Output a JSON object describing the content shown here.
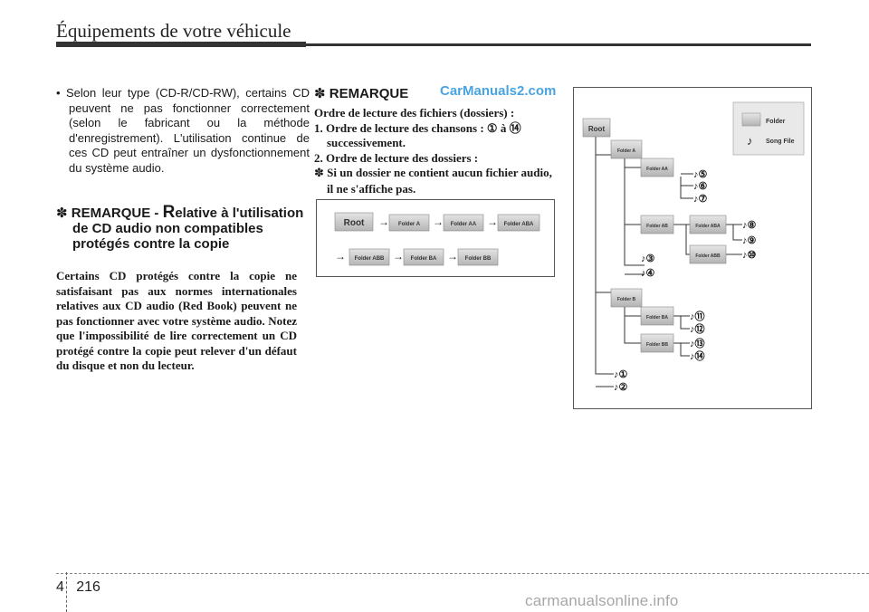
{
  "header": {
    "title": "Équipements de votre véhicule"
  },
  "left": {
    "bullet": "• Selon leur type (CD-R/CD-RW), certains CD peuvent ne pas fonctionner correctement (selon le fabricant ou la méthode d'enregistrement). L'utilisation continue de ces CD peut entraîner un dysfonctionnement du système audio.",
    "remark_symbol": "✽",
    "remark_title_a": "REMARQUE - ",
    "remark_title_r": "R",
    "remark_title_b": "elative à l'utilisation de CD audio non compatibles protégés contre la copie",
    "body": "Certains CD protégés contre la copie ne satisfaisant pas aux normes internationales relatives aux CD audio (Red Book) peuvent ne pas fonctionner avec votre système audio. Notez que l'impossibilité de lire correctement un CD protégé contre la copie peut relever d'un défaut du disque et non du lecteur."
  },
  "right": {
    "remark_symbol": "✽",
    "remark_title": "REMARQUE",
    "watermark": "CarManuals2.com",
    "intro": "Ordre de lecture des fichiers (dossiers) :",
    "item1_prefix": "1. Ordre de lecture des chansons : ",
    "item1_from": "①",
    "item1_mid": " à ",
    "item1_to": "⑭",
    "item1_suffix": " successivement.",
    "item2": "2. Ordre de lecture des dossiers :",
    "item3_symbol": "✽",
    "item3": " Si un dossier ne contient aucun fichier audio, il ne s'affiche pas."
  },
  "sequence": {
    "arrow": "→",
    "row1": [
      "Root",
      "Folder A",
      "Folder AA",
      "Folder ABA"
    ],
    "row2": [
      "Folder ABB",
      "Folder BA",
      "Folder BB"
    ]
  },
  "tree": {
    "legend_folder": "Folder",
    "legend_song": "Song File",
    "note": "♪",
    "folders": {
      "root": "Root",
      "a": "Folder A",
      "aa": "Folder AA",
      "ab": "Folder AB",
      "aba": "Folder ABA",
      "abb": "Folder ABB",
      "b": "Folder B",
      "ba": "Folder BA",
      "bb": "Folder BB"
    },
    "songs": {
      "s1": "①",
      "s2": "②",
      "s3": "③",
      "s4": "④",
      "s5": "⑤",
      "s6": "⑥",
      "s7": "⑦",
      "s8": "⑧",
      "s9": "⑨",
      "s10": "⑩",
      "s11": "⑪",
      "s12": "⑫",
      "s13": "⑬",
      "s14": "⑭"
    }
  },
  "footer": {
    "chapter": "4",
    "page": "216",
    "watermark": "carmanualsonline.info"
  }
}
